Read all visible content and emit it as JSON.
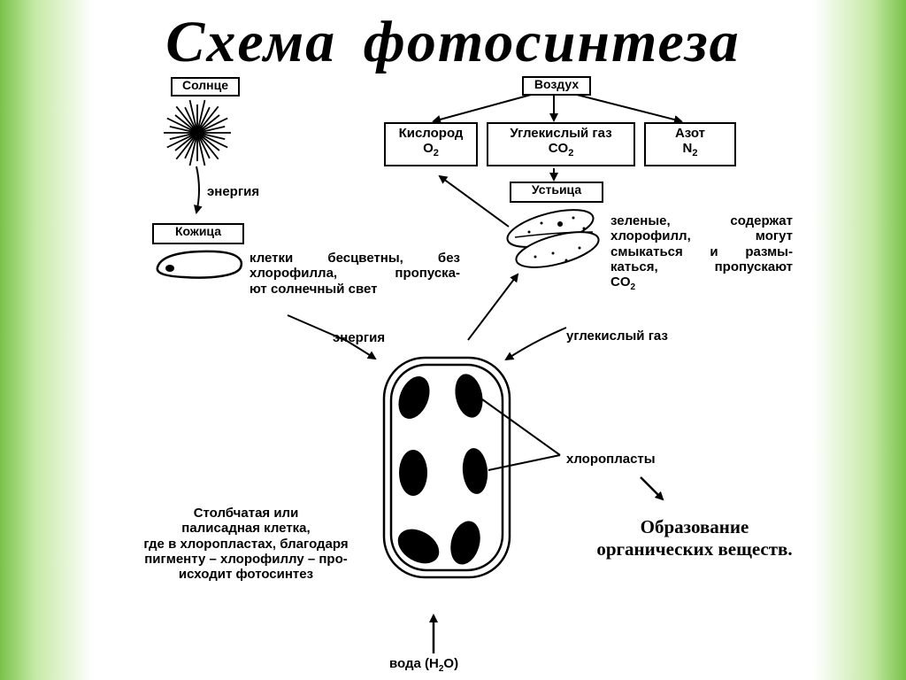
{
  "title": "Схема фотосинтеза",
  "sun": {
    "label": "Солнце"
  },
  "energy_top": "энергия",
  "skin": {
    "label": "Кожица"
  },
  "skin_description": [
    "клетки бесцветны, без",
    "хлорофилла, пропуска-",
    "ют солнечный свет"
  ],
  "air": {
    "label": "Воздух"
  },
  "gases": [
    {
      "name": "Кислород",
      "formula": "O",
      "sub": "2"
    },
    {
      "name": "Углекислый газ",
      "formula": "CO",
      "sub": "2"
    },
    {
      "name": "Азот",
      "formula": "N",
      "sub": "2"
    }
  ],
  "stomata": {
    "label": "Устьица"
  },
  "stomata_description": [
    "зеленые, содержат",
    "хлорофилл, могут",
    "смыкаться и размы-",
    "каться, пропускают"
  ],
  "stomata_co2": {
    "formula": "CO",
    "sub": "2"
  },
  "energy_bottom": "энергия",
  "co2_label": "углекислый газ",
  "chloroplasts_label": "хлоропласты",
  "organic": [
    "Образование",
    "органических веществ."
  ],
  "palisade": [
    "Столбчатая или",
    "палисадная клетка,",
    "где в хлоропластах, благодаря",
    "пигменту – хлорофиллу – про-",
    "исходит фотосинтез"
  ],
  "water": {
    "text": "вода (H",
    "sub": "2",
    "tail": "O)"
  }
}
